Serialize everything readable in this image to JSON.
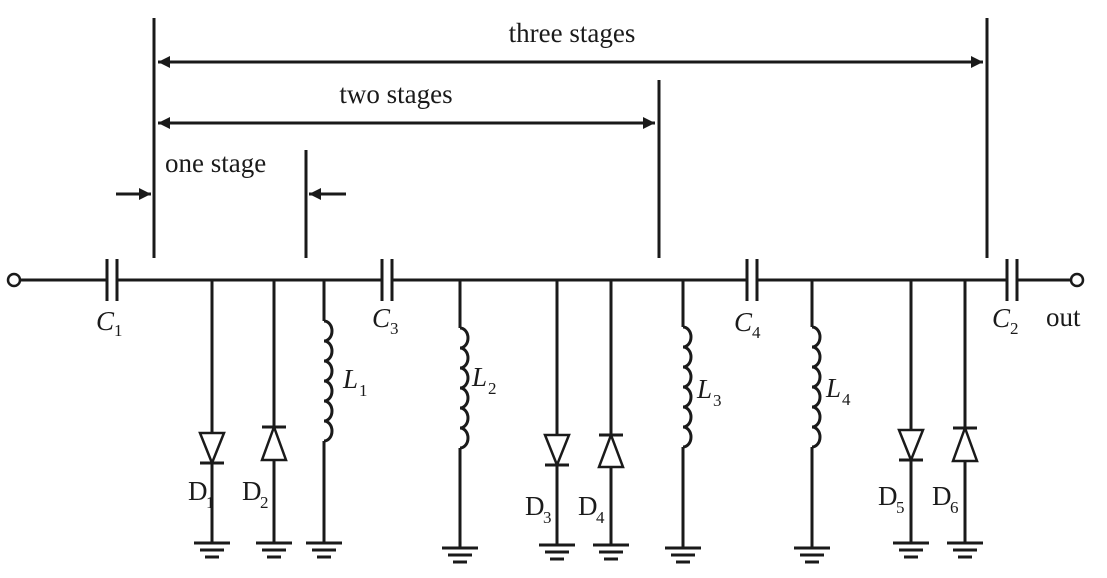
{
  "annotations": {
    "three_stages": "three stages",
    "two_stages": "two stages",
    "one_stage": "one stage"
  },
  "terminals": {
    "output": "out"
  },
  "capacitors": [
    {
      "letter": "C",
      "sub": "1"
    },
    {
      "letter": "C",
      "sub": "3"
    },
    {
      "letter": "C",
      "sub": "4"
    },
    {
      "letter": "C",
      "sub": "2"
    }
  ],
  "inductors": [
    {
      "letter": "L",
      "sub": "1"
    },
    {
      "letter": "L",
      "sub": "2"
    },
    {
      "letter": "L",
      "sub": "3"
    },
    {
      "letter": "L",
      "sub": "4"
    }
  ],
  "diodes": [
    {
      "letter": "D",
      "sub": "1"
    },
    {
      "letter": "D",
      "sub": "2"
    },
    {
      "letter": "D",
      "sub": "3"
    },
    {
      "letter": "D",
      "sub": "4"
    },
    {
      "letter": "D",
      "sub": "5"
    },
    {
      "letter": "D",
      "sub": "6"
    }
  ]
}
